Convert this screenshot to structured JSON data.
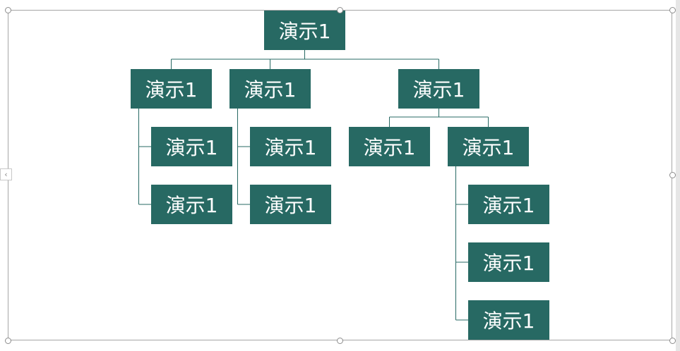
{
  "diagram": {
    "type": "org-chart",
    "accent_color": "#276963",
    "connector_color": "#276963",
    "frame_color": "#a6a6a6",
    "nodes": [
      {
        "id": "n0",
        "label": "演示1",
        "parent": null
      },
      {
        "id": "n1",
        "label": "演示1",
        "parent": "n0"
      },
      {
        "id": "n2",
        "label": "演示1",
        "parent": "n0"
      },
      {
        "id": "n3",
        "label": "演示1",
        "parent": "n0"
      },
      {
        "id": "n4",
        "label": "演示1",
        "parent": "n1"
      },
      {
        "id": "n5",
        "label": "演示1",
        "parent": "n1"
      },
      {
        "id": "n6",
        "label": "演示1",
        "parent": "n2"
      },
      {
        "id": "n7",
        "label": "演示1",
        "parent": "n2"
      },
      {
        "id": "n8",
        "label": "演示1",
        "parent": "n3"
      },
      {
        "id": "n9",
        "label": "演示1",
        "parent": "n3"
      },
      {
        "id": "n10",
        "label": "演示1",
        "parent": "n9"
      },
      {
        "id": "n11",
        "label": "演示1",
        "parent": "n9"
      },
      {
        "id": "n12",
        "label": "演示1",
        "parent": "n9"
      }
    ]
  },
  "ui": {
    "collapse_tab_icon": "chevron-left-icon",
    "handle_icon": "resize-handle-icon"
  }
}
